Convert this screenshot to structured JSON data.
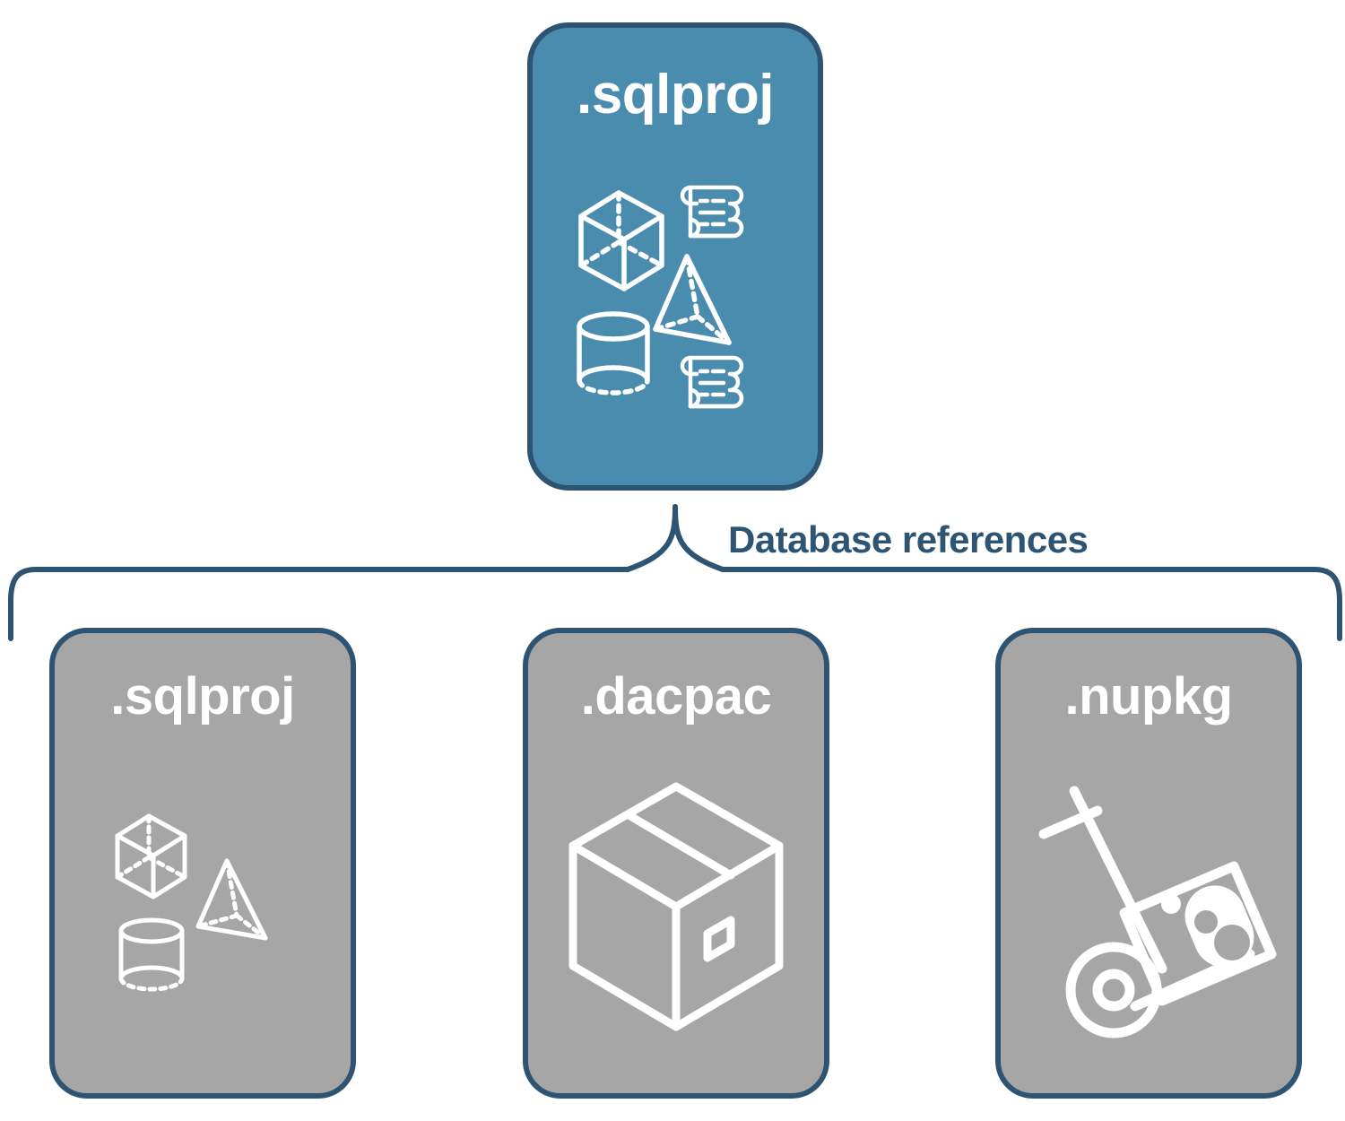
{
  "diagram": {
    "title": "Database references",
    "colors": {
      "primary_card_fill": "#4a8cad",
      "reference_card_fill": "#a6a6a6",
      "outline": "#2d5472",
      "label_text": "#2d5472",
      "card_text": "#ffffff",
      "background": "#ffffff"
    },
    "root": {
      "label": ".sqlproj",
      "icons": [
        {
          "name": "cube-icon"
        },
        {
          "name": "scroll-icon"
        },
        {
          "name": "pyramid-icon"
        },
        {
          "name": "cylinder-icon"
        },
        {
          "name": "scroll-icon"
        }
      ]
    },
    "connector": {
      "label": "Database references",
      "style": "curly-brace"
    },
    "references": [
      {
        "label": ".sqlproj",
        "icons": [
          {
            "name": "cube-icon"
          },
          {
            "name": "pyramid-icon"
          },
          {
            "name": "cylinder-icon"
          }
        ]
      },
      {
        "label": ".dacpac",
        "icons": [
          {
            "name": "shipping-box-icon"
          }
        ]
      },
      {
        "label": ".nupkg",
        "icons": [
          {
            "name": "hand-truck-icon"
          },
          {
            "name": "nuget-package-icon"
          }
        ]
      }
    ]
  }
}
